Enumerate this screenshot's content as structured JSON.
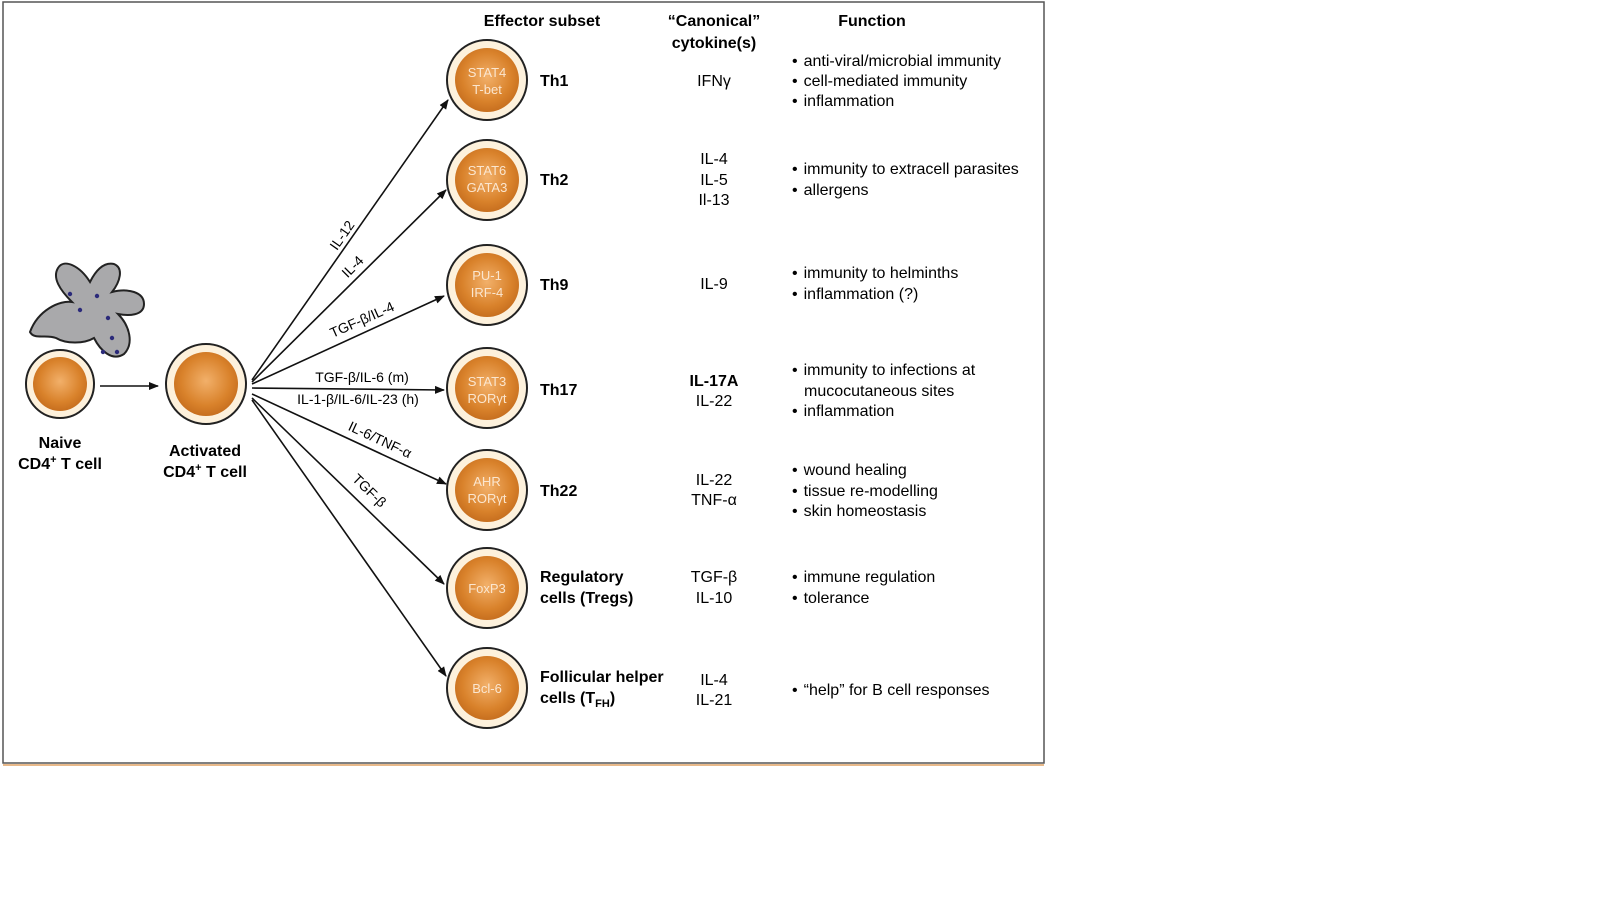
{
  "headers": {
    "effector_subset": "Effector subset",
    "cytokines_line1": "“Canonical”",
    "cytokines_line2": "cytokine(s)",
    "function": "Function"
  },
  "naive_cell": {
    "line1": "Naive",
    "line2": "CD4",
    "sup": "+",
    "line2b": " T cell"
  },
  "activated_cell": {
    "line1": "Activated",
    "line2": "CD4",
    "sup": "+",
    "line2b": " T cell"
  },
  "arrow_labels": {
    "il12": "IL-12",
    "il4": "IL-4",
    "tgfb_il4": "TGF-β/IL-4",
    "tgfb_il6": "TGF-β/IL-6 (m)",
    "il1b": "IL-1-β/IL-6/IL-23 (h)",
    "il6_tnfa": "IL-6/TNF-α",
    "tgfb": "TGF-β"
  },
  "subsets": [
    {
      "tf": [
        "STAT4",
        "T-bet"
      ],
      "name": "Th1",
      "cytokines": [
        "IFNγ"
      ],
      "functions": [
        "anti-viral/microbial immunity",
        "cell-mediated immunity",
        "inflammation"
      ]
    },
    {
      "tf": [
        "STAT6",
        "GATA3"
      ],
      "name": "Th2",
      "cytokines": [
        "IL-4",
        "IL-5",
        "Il-13"
      ],
      "functions": [
        "immunity to extracell parasites",
        "allergens"
      ]
    },
    {
      "tf": [
        "PU-1",
        "IRF-4"
      ],
      "name": "Th9",
      "cytokines": [
        "IL-9"
      ],
      "functions": [
        "immunity to helminths",
        "inflammation (?)"
      ]
    },
    {
      "tf": [
        "STAT3",
        "RORγt"
      ],
      "name": "Th17",
      "cytokines": [
        "IL-17A",
        "IL-22"
      ],
      "functions": [
        "immunity to infections at",
        "mucocutaneous sites",
        "inflammation"
      ]
    },
    {
      "tf": [
        "AHR",
        "RORγt"
      ],
      "name": "Th22",
      "cytokines": [
        "IL-22",
        "TNF-α"
      ],
      "functions": [
        "wound healing",
        "tissue re-modelling",
        "skin homeostasis"
      ]
    },
    {
      "tf": [
        "FoxP3"
      ],
      "name_line1": "Regulatory",
      "name_line2": "cells (Tregs)",
      "cytokines": [
        "TGF-β",
        "IL-10"
      ],
      "functions": [
        "immune regulation",
        "tolerance"
      ]
    },
    {
      "tf": [
        "Bcl-6"
      ],
      "name_line1": "Follicular helper",
      "name_line2": "cells (T",
      "name_line2_sub": "FH",
      "name_line2_end": ")",
      "cytokines": [
        "IL-4",
        "IL-21"
      ],
      "functions": [
        "“help” for B cell responses"
      ]
    }
  ],
  "bullet": "•",
  "colors": {
    "cell_fill": "#d9822b",
    "cell_ring": "#fdf1dc",
    "cell_stroke": "#222222",
    "dendritic_fill": "#a9a9ab",
    "dendritic_dots": "#2b2a7a",
    "frame": "#555555",
    "frame_bottom": "#e8b98a"
  }
}
